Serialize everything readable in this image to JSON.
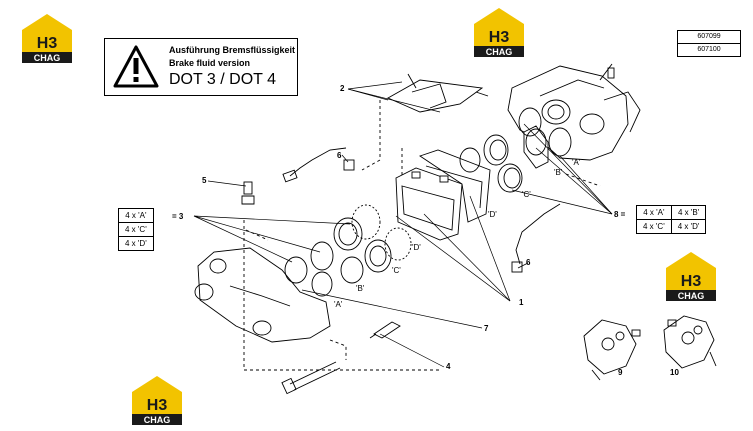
{
  "logos": [
    {
      "id": "logo-top-left",
      "line1": "H3",
      "line2": "CHAG"
    },
    {
      "id": "logo-top-center",
      "line1": "H3",
      "line2": "CHAG"
    },
    {
      "id": "logo-right",
      "line1": "H3",
      "line2": "CHAG"
    },
    {
      "id": "logo-bottom-left",
      "line1": "H3",
      "line2": "CHAG"
    }
  ],
  "warning": {
    "line1": "Ausführung Bremsflüssigkeit",
    "line2": "Brake fluid version",
    "line3": "DOT 3 / DOT 4"
  },
  "doc_numbers": [
    "607099",
    "607100"
  ],
  "left_table": {
    "callout_sign": "= 3",
    "rows": [
      "4 x 'A'",
      "4 x 'C'",
      "4 x 'D'"
    ]
  },
  "right_table": {
    "callout_sign": "8 =",
    "rows": [
      [
        "4 x 'A'",
        "4 x 'B'"
      ],
      [
        "4 x 'C'",
        "4 x 'D'"
      ]
    ]
  },
  "callouts": {
    "c2": "2",
    "c5": "5",
    "c6a": "6",
    "c6b": "6",
    "c1": "1",
    "c7": "7",
    "c4": "4",
    "c9": "9",
    "c10": "10"
  },
  "ring_refs": {
    "top_A": "'A'",
    "top_B": "'B'",
    "top_C": "'C'",
    "top_D": "'D'",
    "mid_D": "'D'",
    "mid_C": "'C'",
    "bot_B": "'B'",
    "bot_A": "'A'"
  },
  "colors": {
    "logo_yellow": "#f2c300",
    "logo_dark": "#1a1a1a",
    "line": "#000000"
  }
}
